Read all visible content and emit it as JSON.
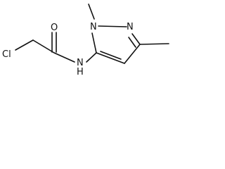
{
  "molecule": {
    "atom_labels": {
      "chlorine": "Cl",
      "oxygen": "O",
      "amide_nitrogen": "N",
      "amide_hydrogen": "H",
      "ring_nitrogen_1": "N",
      "ring_nitrogen_2": "N"
    },
    "colors": {
      "bond": "#111111",
      "label": "#111111",
      "background": "#ffffff"
    }
  }
}
